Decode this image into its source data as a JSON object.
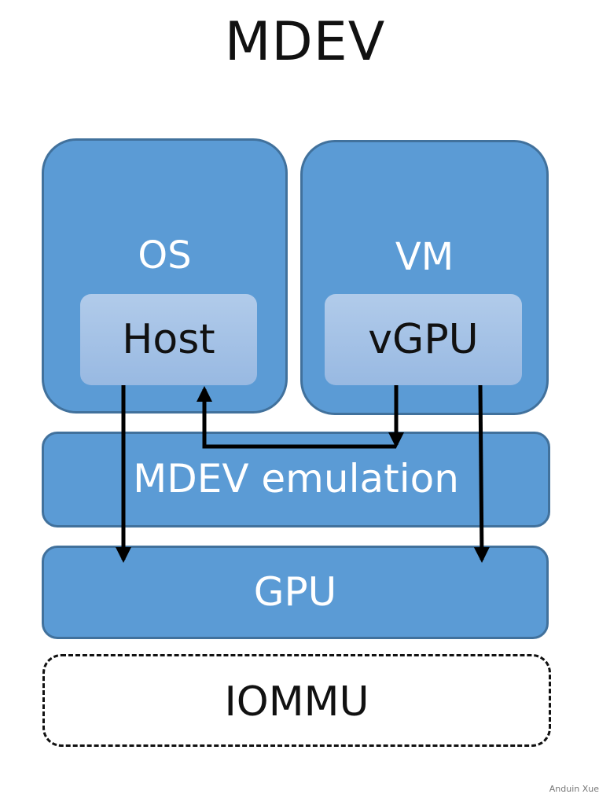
{
  "title": "MDEV",
  "boxes": {
    "os": "OS",
    "vm": "VM",
    "host": "Host",
    "vgpu": "vGPU",
    "mdev_emulation": "MDEV emulation",
    "gpu": "GPU",
    "iommu": "IOMMU"
  },
  "watermark": "Anduin Xue",
  "colors": {
    "box_fill": "#5b9bd5",
    "box_border": "#41719c",
    "inner_fill": "#a7c3e7",
    "arrow": "#000000"
  }
}
